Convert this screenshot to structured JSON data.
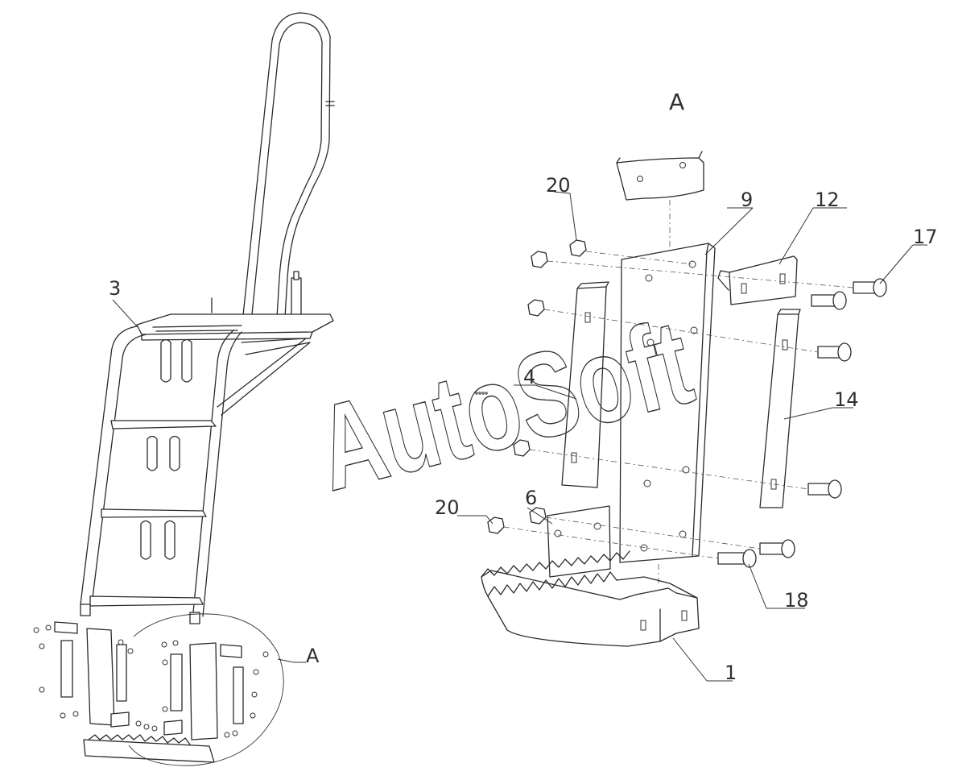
{
  "watermark": "AutoSoft",
  "view_label": "A",
  "callouts": {
    "ladder_part": "3",
    "detail_ref": "A",
    "nut_top": "20",
    "nut_bottom": "20",
    "center_plate": "9",
    "bracket": "12",
    "long_bolt": "17",
    "left_strip": "4",
    "right_strip": "14",
    "small_plate": "6",
    "bolt_bottom": "18",
    "step": "1"
  }
}
